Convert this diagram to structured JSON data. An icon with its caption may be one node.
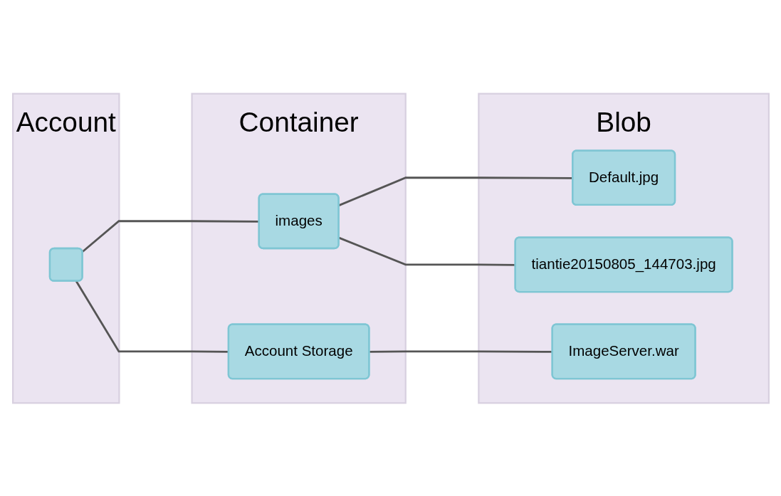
{
  "diagram": {
    "nodes": [
      {
        "text": [
          "Account"
        ]
      },
      {
        "text": [],
        "shape": "box",
        "in": 0
      },
      {
        "text": [
          "Container"
        ]
      },
      {
        "text": [
          "images"
        ],
        "in": 2
      },
      {
        "text": [
          "Account Storage"
        ],
        "in": 2
      },
      {
        "text": [
          "Blob"
        ]
      },
      {
        "text": [
          "Default.jpg"
        ],
        "in": 5
      },
      {
        "text": [
          "tiantie20150805_144703.jpg"
        ],
        "in": 5
      },
      {
        "text": [
          "ImageServer.war"
        ],
        "in": 5
      }
    ],
    "edges": [
      {
        "from": 1,
        "to": 3,
        "arrow": "none"
      },
      {
        "from": 1,
        "to": 4,
        "arrow": "none"
      },
      {
        "from": 3,
        "to": 6,
        "arrow": "none"
      },
      {
        "from": 3,
        "to": 7,
        "arrow": "none"
      },
      {
        "from": 4,
        "to": 8,
        "arrow": "none"
      }
    ]
  }
}
